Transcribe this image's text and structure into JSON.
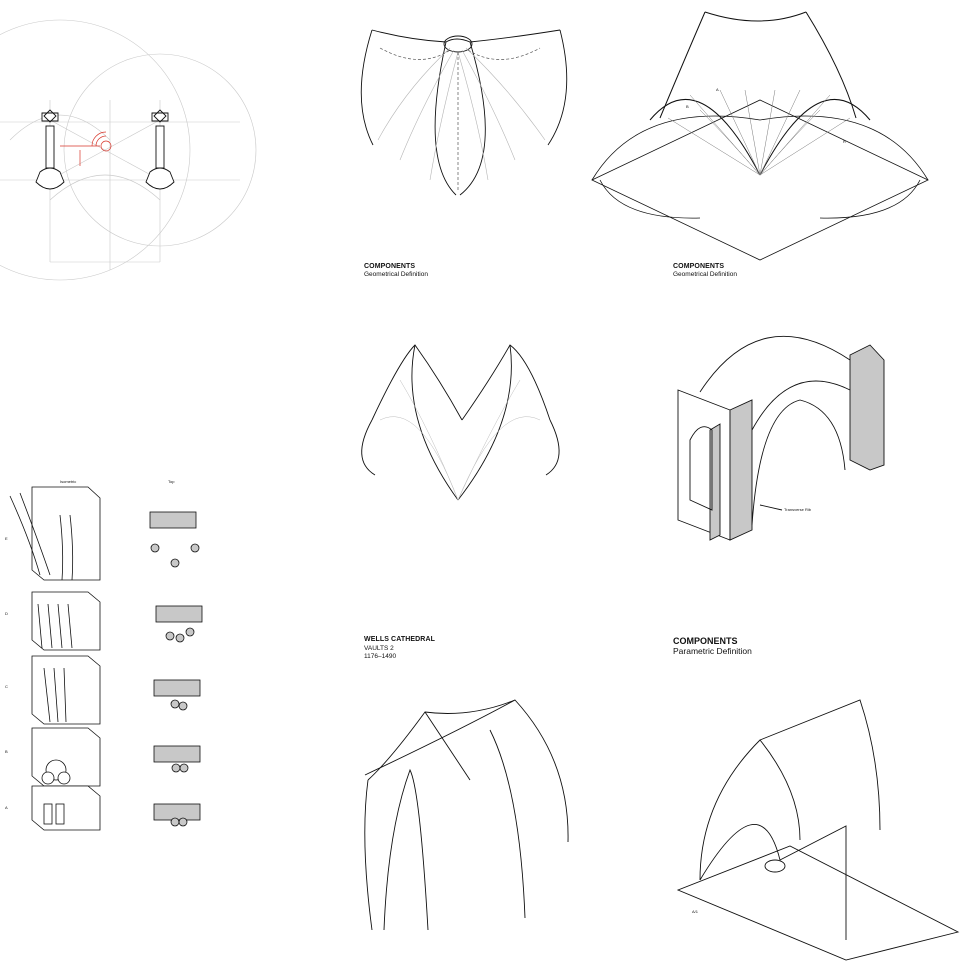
{
  "panels": {
    "geometric_a": {
      "title": "COMPONENTS",
      "subtitle": "Geometrical Definition"
    },
    "geometric_b": {
      "title": "COMPONENTS",
      "subtitle": "Geometrical Definition"
    },
    "wells": {
      "title": "WELLS CATHEDRAL",
      "line1": "VAULTS 2",
      "line2": "1176–1490"
    },
    "parametric": {
      "title": "COMPONENTS",
      "subtitle": "Parametric Definition"
    }
  },
  "pier_study": {
    "col_left": "Isometric",
    "col_right": "Top",
    "rows": [
      "E",
      "D",
      "C",
      "B",
      "A"
    ]
  },
  "annotations": {
    "arc_a": "A",
    "arc_b": "B",
    "arc_r": "R",
    "transverse_rib": "Transverse Rib",
    "a_b": "A/1"
  },
  "colors": {
    "line": "#111111",
    "light": "#bdbdbd",
    "red": "#d8352a",
    "grey": "#c8c8c8"
  }
}
